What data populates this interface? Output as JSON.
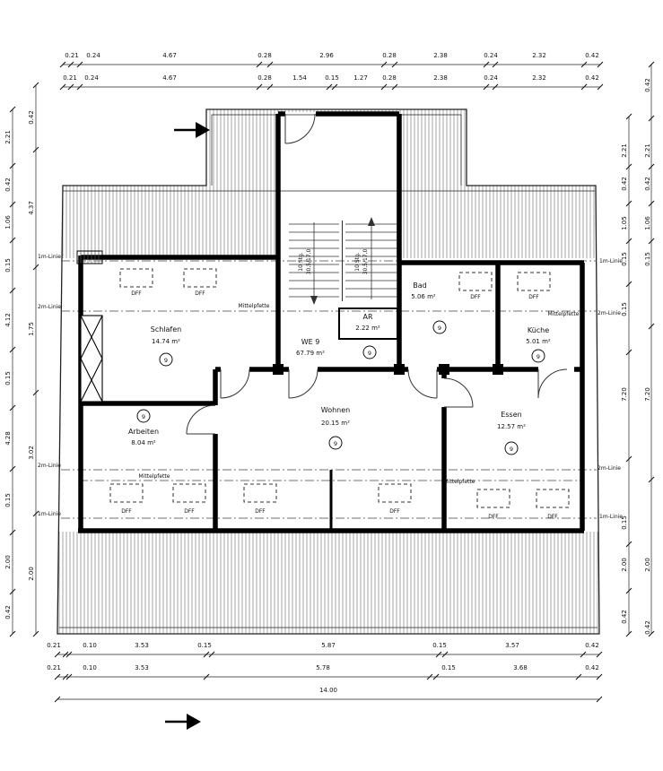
{
  "drawing": {
    "unit": {
      "name": "WE 9",
      "area": "67.79 m²",
      "number": "9"
    },
    "rooms": {
      "schlafen": {
        "name": "Schlafen",
        "area": "14.74 m²"
      },
      "arbeiten": {
        "name": "Arbeiten",
        "area": "8.04 m²"
      },
      "wohnen": {
        "name": "Wohnen",
        "area": "20.15 m²"
      },
      "ar": {
        "name": "AR",
        "area": "2.22 m²"
      },
      "bad": {
        "name": "Bad",
        "area": "5.06 m²"
      },
      "kueche": {
        "name": "Küche",
        "area": "5.01 m²"
      },
      "essen": {
        "name": "Essen",
        "area": "12.57 m²"
      }
    },
    "labels": {
      "dff": "DFF",
      "mittelpfette": "Mittelpfette",
      "line_1m": "1m-Linie",
      "line_2m": "2m-Linie",
      "stair_steps": "10 Stg.",
      "stair_dims": "30,5/17,0"
    },
    "dims": {
      "top1": [
        "0.21",
        "0.24",
        "4.67",
        "0.28",
        "2.96",
        "0.28",
        "2.38",
        "0.24",
        "2.32",
        "0.42"
      ],
      "top2": [
        "0.21",
        "0.24",
        "4.67",
        "0.28",
        "1.54",
        "0.15",
        "1.27",
        "0.28",
        "2.38",
        "0.24",
        "2.32",
        "0.42"
      ],
      "bottom1": [
        "0.21",
        "0.10",
        "3.53",
        "0.15",
        "5.87",
        "0.15",
        "3.57",
        "0.42"
      ],
      "bottom2": [
        "0.21",
        "0.10",
        "3.53",
        "5.78",
        "0.15",
        "3.68",
        "0.42"
      ],
      "total_width": "14.00",
      "left_outer": [
        "2.21",
        "0.42",
        "1.06",
        "0.15",
        "4.12",
        "0.15",
        "4.28",
        "0.15",
        "2.00",
        "0.42"
      ],
      "left_inner": [
        "0.42",
        "4.37",
        "1.75",
        "3.02",
        "2.00"
      ],
      "right_inner": [
        "2.21",
        "0.42",
        "1.05",
        "0.15",
        "0.15",
        "7.20",
        "0.15",
        "2.00",
        "0.42"
      ],
      "right_outer": [
        "0.42",
        "2.21",
        "0.42",
        "1.06",
        "0.15",
        "7.20",
        "2.00",
        "0.42"
      ]
    }
  }
}
